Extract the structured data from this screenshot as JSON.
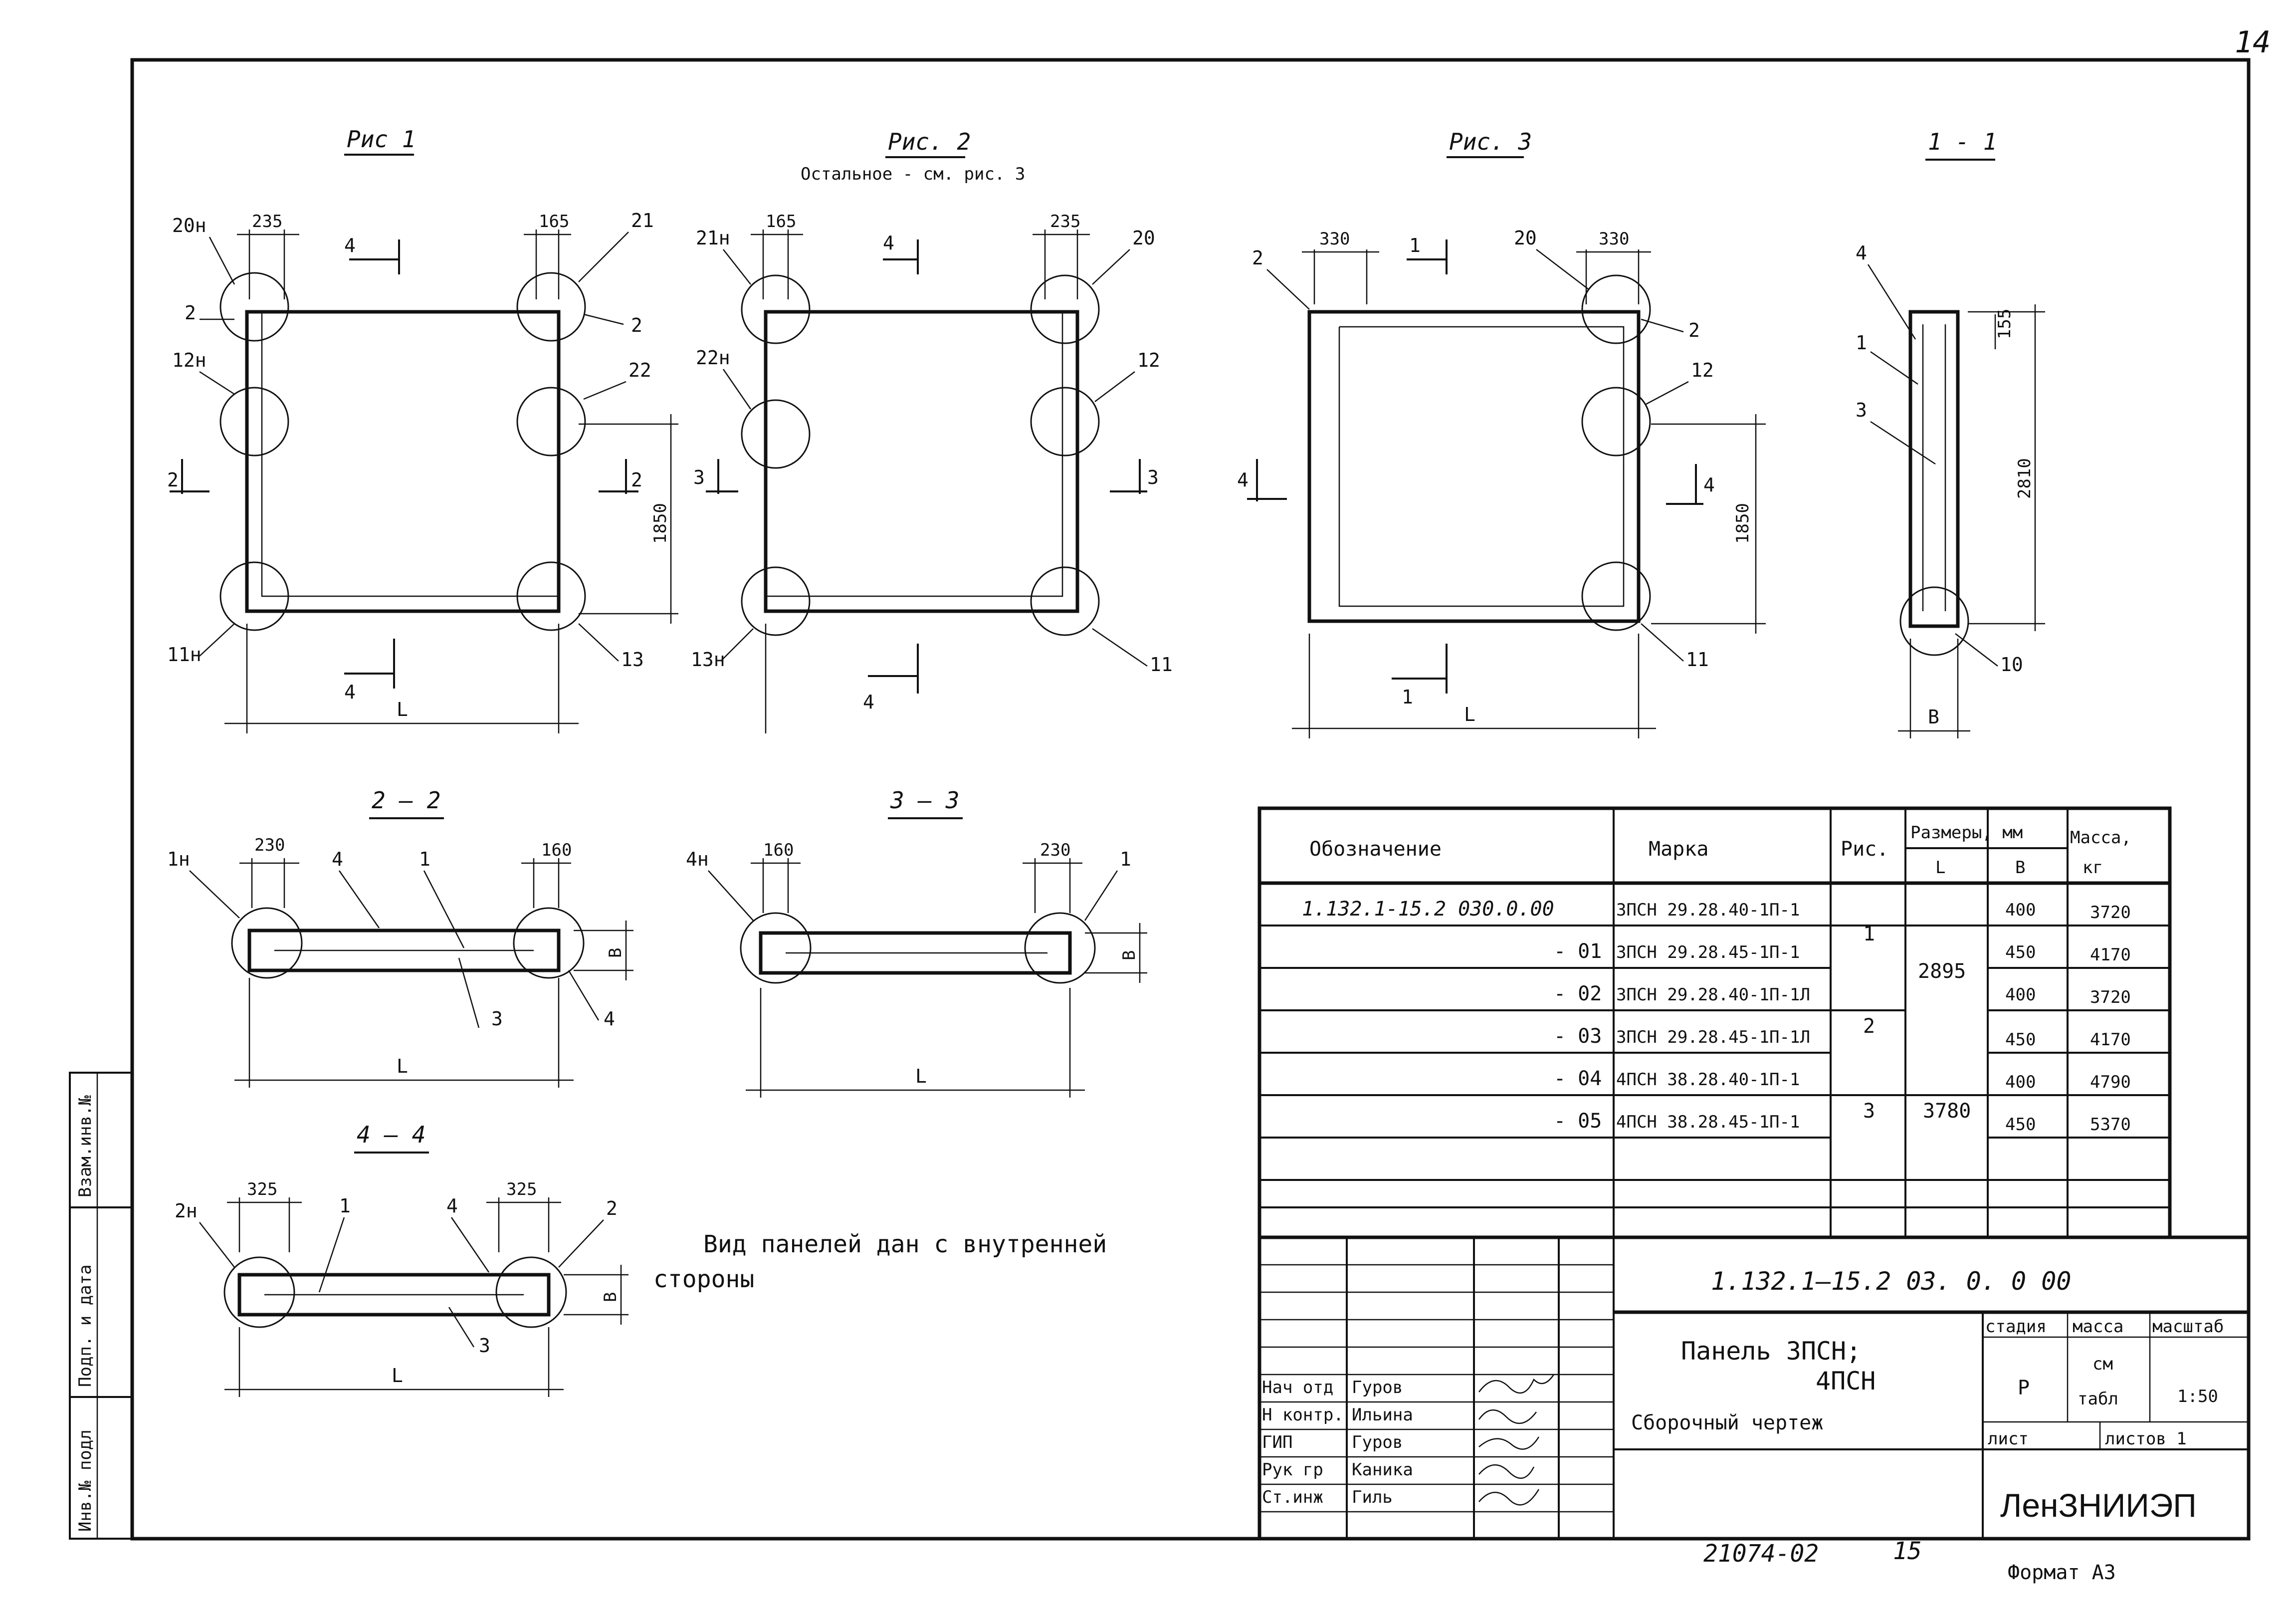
{
  "sheet": {
    "page_number": "14",
    "bottom_code": "21074-02",
    "bottom_num": "15",
    "format": "Формат А3"
  },
  "side_stamp": [
    "Инв.№ подл",
    "Подп. и дата",
    "Взам.инв.№"
  ],
  "fig1": {
    "title": "Рис 1",
    "dim_top_left": "235",
    "dim_top_right": "165",
    "dim_height": "1850",
    "dim_length": "L",
    "pos": [
      "20н",
      "2",
      "12н",
      "11н",
      "21",
      "2",
      "22",
      "13"
    ],
    "sec_a": "4",
    "sec_b": "2"
  },
  "fig2": {
    "title": "Рис. 2",
    "subtitle": "Остальное - см. рис. 3",
    "dim_top_left": "165",
    "dim_top_right": "235",
    "dim_length": "L",
    "pos": [
      "21н",
      "22н",
      "13н",
      "20",
      "12",
      "11"
    ],
    "sec_a": "4",
    "sec_b": "3"
  },
  "fig3": {
    "title": "Рис. 3",
    "dim_top_left": "330",
    "dim_top_right": "330",
    "dim_height": "1850",
    "dim_length": "L",
    "pos": [
      "2",
      "20",
      "2",
      "12",
      "11"
    ],
    "sec_a": "1",
    "sec_b": "4"
  },
  "sec11": {
    "title": "1 - 1",
    "dim_top": "155",
    "dim_height": "2810",
    "dim_width": "B",
    "pos": [
      "4",
      "1",
      "3",
      "10"
    ]
  },
  "sec22": {
    "title": "2 — 2",
    "dim_left": "230",
    "dim_right": "160",
    "dim_width": "B",
    "dim_length": "L",
    "pos": [
      "1н",
      "4",
      "1",
      "3",
      "4"
    ]
  },
  "sec33": {
    "title": "3 — 3",
    "dim_left": "160",
    "dim_right": "230",
    "dim_width": "B",
    "dim_length": "L",
    "pos": [
      "4н",
      "1"
    ]
  },
  "sec44": {
    "title": "4 — 4",
    "dim_left": "325",
    "dim_right": "325",
    "dim_width": "B",
    "dim_length": "L",
    "pos": [
      "2н",
      "1",
      "4",
      "2",
      "3"
    ]
  },
  "note": [
    "Вид панелей дан с внутренней",
    "стороны"
  ],
  "spec": {
    "headers": {
      "designation": "Обозначение",
      "mark": "Марка",
      "fig": "Рис.",
      "dims": "Размеры, мм",
      "L": "L",
      "B": "B",
      "mass": "Масса,",
      "mass_unit": "кг"
    },
    "rows": [
      {
        "designation": "1.132.1-15.2 030.0.00",
        "mark": "3ПСН 29.28.40-1П-1",
        "B": "400",
        "mass": "3720"
      },
      {
        "designation": "- 01",
        "mark": "3ПСН 29.28.45-1П-1",
        "B": "450",
        "mass": "4170"
      },
      {
        "designation": "- 02",
        "mark": "3ПСН 29.28.40-1П-1Л",
        "B": "400",
        "mass": "3720"
      },
      {
        "designation": "- 03",
        "mark": "3ПСН 29.28.45-1П-1Л",
        "B": "450",
        "mass": "4170"
      },
      {
        "designation": "- 04",
        "mark": "4ПСН 38.28.40-1П-1",
        "B": "400",
        "mass": "4790"
      },
      {
        "designation": "- 05",
        "mark": "4ПСН 38.28.45-1П-1",
        "B": "450",
        "mass": "5370"
      }
    ],
    "fig_groups": [
      "1",
      "2",
      "3"
    ],
    "L_groups": [
      "2895",
      "3780"
    ]
  },
  "titleblock": {
    "doc_code": "1.132.1—15.2  03. 0. 0 00",
    "name_line1": "Панель  3ПСН;",
    "name_line2": "4ПСН",
    "name_line3": "Сборочный  чертеж",
    "stage_label": "стадия",
    "mass_label": "масса",
    "scale_label": "масштаб",
    "stage": "Р",
    "mass_1": "см",
    "mass_2": "табл",
    "scale": "1:50",
    "sheet_label": "лист",
    "sheets_label": "листов 1",
    "org": "ЛенЗНИИЭП",
    "staff": [
      {
        "role": "Нач отд",
        "name": "Гуров"
      },
      {
        "role": "Н контр.",
        "name": "Ильина"
      },
      {
        "role": "ГИП",
        "name": "Гуров"
      },
      {
        "role": "Рук гр",
        "name": "Каника"
      },
      {
        "role": "Ст.инж",
        "name": "Гиль"
      }
    ]
  }
}
